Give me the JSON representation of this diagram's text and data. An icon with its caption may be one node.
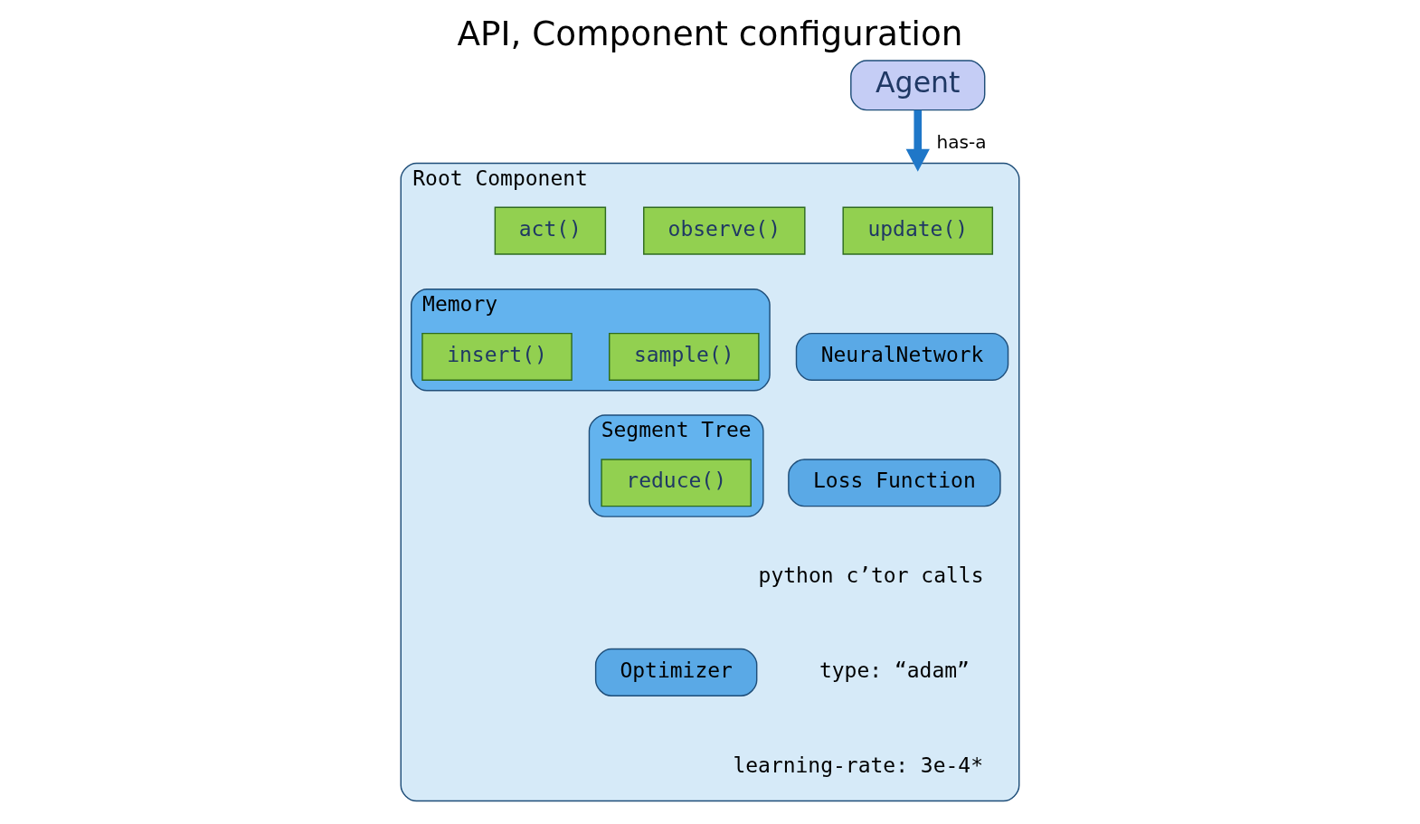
{
  "diagram": {
    "title": "API, Component configuration",
    "nodes": [
      {
        "text": [
          "Agent"
        ]
      },
      {
        "text": [
          "Root Component"
        ]
      },
      {
        "text": [
          "update()"
        ],
        "in": 1
      },
      {
        "text": [
          "observe()"
        ],
        "in": 1
      },
      {
        "text": [
          "act()"
        ],
        "in": 1
      },
      {
        "text": [
          "Memory"
        ],
        "in": 1
      },
      {
        "text": [
          "sample()"
        ],
        "in": 5
      },
      {
        "text": [
          "insert()"
        ],
        "in": 5
      },
      {
        "text": [
          "NeuralNetwork"
        ],
        "in": 1
      },
      {
        "text": [
          "Segment Tree"
        ],
        "in": 1
      },
      {
        "text": [
          "reduce()"
        ],
        "in": 9
      },
      {
        "text": [
          "Loss Function"
        ],
        "in": 1
      },
      {
        "text": [
          "Optimizer"
        ],
        "in": 1
      }
    ],
    "edges": [
      {
        "from": 0,
        "to": 1,
        "label": "has-a",
        "arrow": "to"
      }
    ],
    "labels": [
      "python c’tor calls",
      "type: “adam”",
      "learning-rate: 3e-4*"
    ]
  }
}
